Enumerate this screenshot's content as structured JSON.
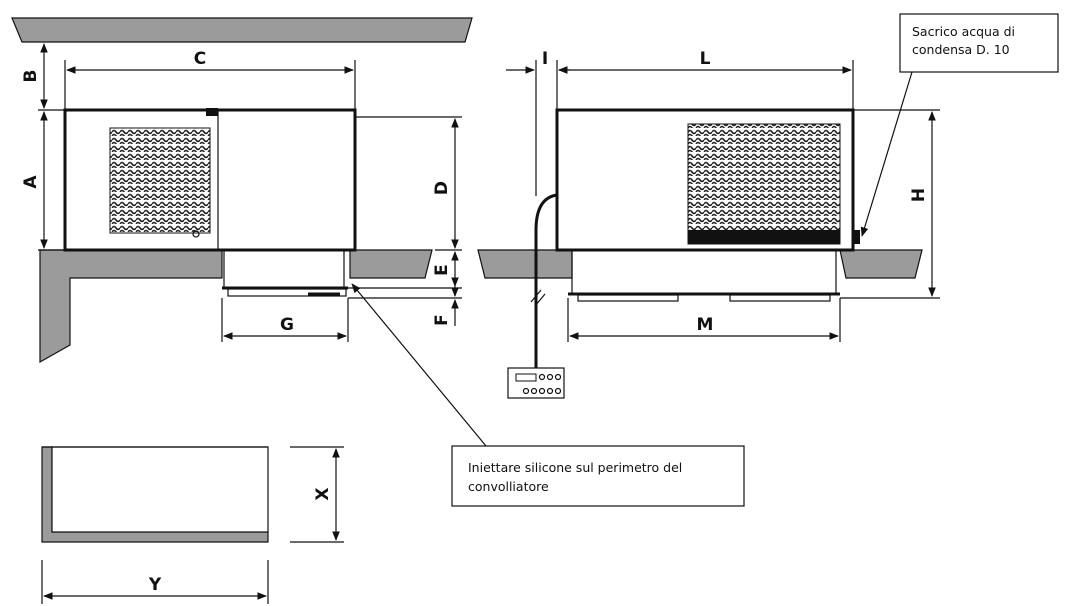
{
  "labels": {
    "A": "A",
    "B": "B",
    "C": "C",
    "D": "D",
    "E": "E",
    "F": "F",
    "G": "G",
    "H": "H",
    "I": "I",
    "L": "L",
    "M": "M",
    "X": "X",
    "Y": "Y"
  },
  "notes": {
    "condensate_line1": "Sacrico acqua di",
    "condensate_line2": "condensa  D. 10",
    "silicone_line1": "Iniettare silicone sul perimetro del",
    "silicone_line2": "convolliatore"
  },
  "colors": {
    "ink": "#111111",
    "wall": "#9b9b9b"
  }
}
